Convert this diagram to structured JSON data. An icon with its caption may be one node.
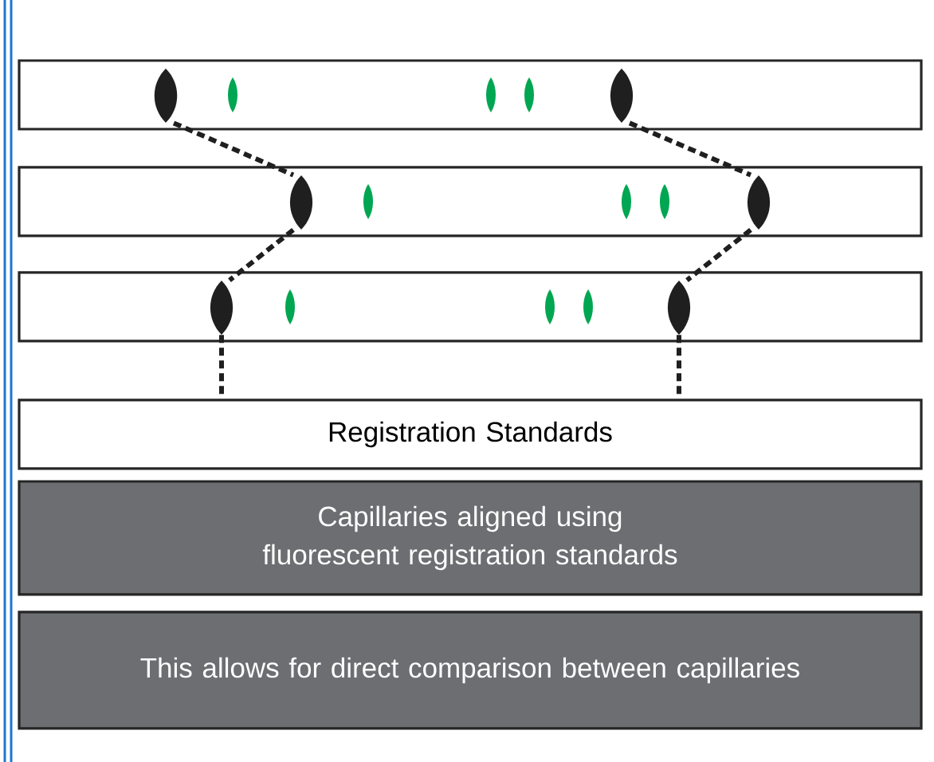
{
  "diagram": {
    "nodes": [
      {
        "text": [],
        "shape": "box"
      },
      {
        "text": [],
        "shape": "box"
      },
      {
        "text": [],
        "shape": "box"
      },
      {
        "text": [],
        "shape": "band",
        "in": 0
      },
      {
        "text": [],
        "shape": "band",
        "in": 0
      },
      {
        "text": [],
        "shape": "band",
        "in": 1
      },
      {
        "text": [],
        "shape": "band",
        "in": 1
      },
      {
        "text": [],
        "shape": "band",
        "in": 2
      },
      {
        "text": [],
        "shape": "band",
        "in": 2
      },
      {
        "text": [
          "Registration Standards"
        ]
      },
      {
        "text": [
          "Capillaries aligned using fluorescent registration standards"
        ]
      },
      {
        "text": [
          "This allows for direct comparison between capillaries"
        ]
      }
    ],
    "edges": [
      {
        "from": 3,
        "to": 5,
        "arrow": "none",
        "style": "dashed"
      },
      {
        "from": 4,
        "to": 6,
        "arrow": "none",
        "style": "dashed"
      },
      {
        "from": 5,
        "to": 7,
        "arrow": "none",
        "style": "dashed"
      },
      {
        "from": 6,
        "to": 8,
        "arrow": "none",
        "style": "dashed"
      },
      {
        "from": 7,
        "to": 9,
        "arrow": "none",
        "style": "dashed"
      },
      {
        "from": 8,
        "to": 9,
        "arrow": "none",
        "style": "dashed"
      }
    ]
  }
}
